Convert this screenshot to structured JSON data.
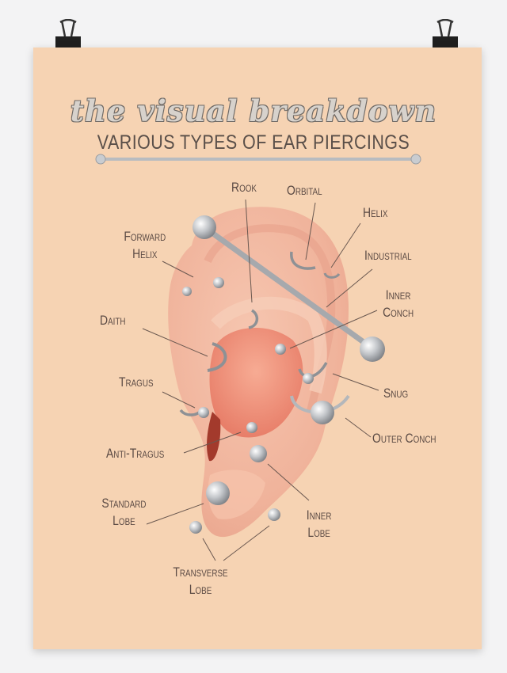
{
  "poster": {
    "script_title": "the visual breakdown",
    "subtitle": "VARIOUS TYPES OF EAR PIERCINGS"
  },
  "labels": {
    "rook": "Rook",
    "orbital": "Orbital",
    "helix": "Helix",
    "forward_helix_1": "Forward",
    "forward_helix_2": "Helix",
    "industrial": "Industrial",
    "inner_conch_1": "Inner",
    "inner_conch_2": "Conch",
    "daith": "Daith",
    "tragus": "Tragus",
    "snug": "Snug",
    "outer_conch": "Outer Conch",
    "anti_tragus": "Anti-Tragus",
    "standard_lobe_1": "Standard",
    "standard_lobe_2": "Lobe",
    "inner_lobe_1": "Inner",
    "inner_lobe_2": "Lobe",
    "transverse_lobe_1": "Transverse",
    "transverse_lobe_2": "Lobe"
  },
  "colors": {
    "poster_bg": "#f6d3b3",
    "ear_skin": "#f2b9a2",
    "ear_inner": "#e98b77",
    "label_text": "#5b4a44",
    "metal": "#b9bcc0"
  }
}
